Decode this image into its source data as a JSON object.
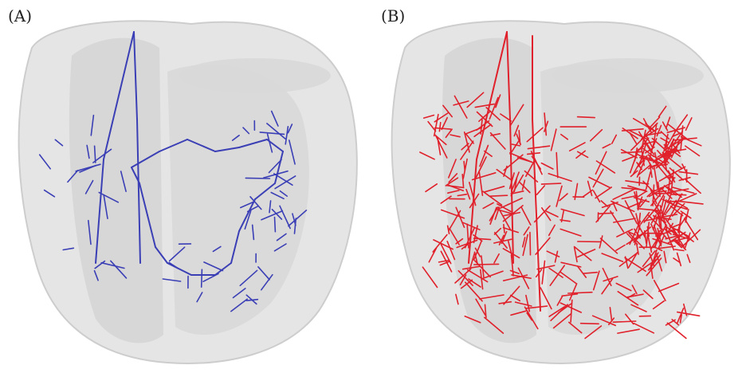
{
  "figure": {
    "panels": [
      {
        "id": "A",
        "label": "(A)",
        "network_color": "#3b3fb5",
        "network_density": "sparse"
      },
      {
        "id": "B",
        "label": "(B)",
        "network_color": "#e0202a",
        "network_density": "dense"
      }
    ]
  },
  "colors": {
    "heart_shell": "#dcdcdc",
    "heart_shell_stroke": "#c2c2c2",
    "inner_cavity": "#cfcfcf",
    "background": "#ffffff"
  }
}
